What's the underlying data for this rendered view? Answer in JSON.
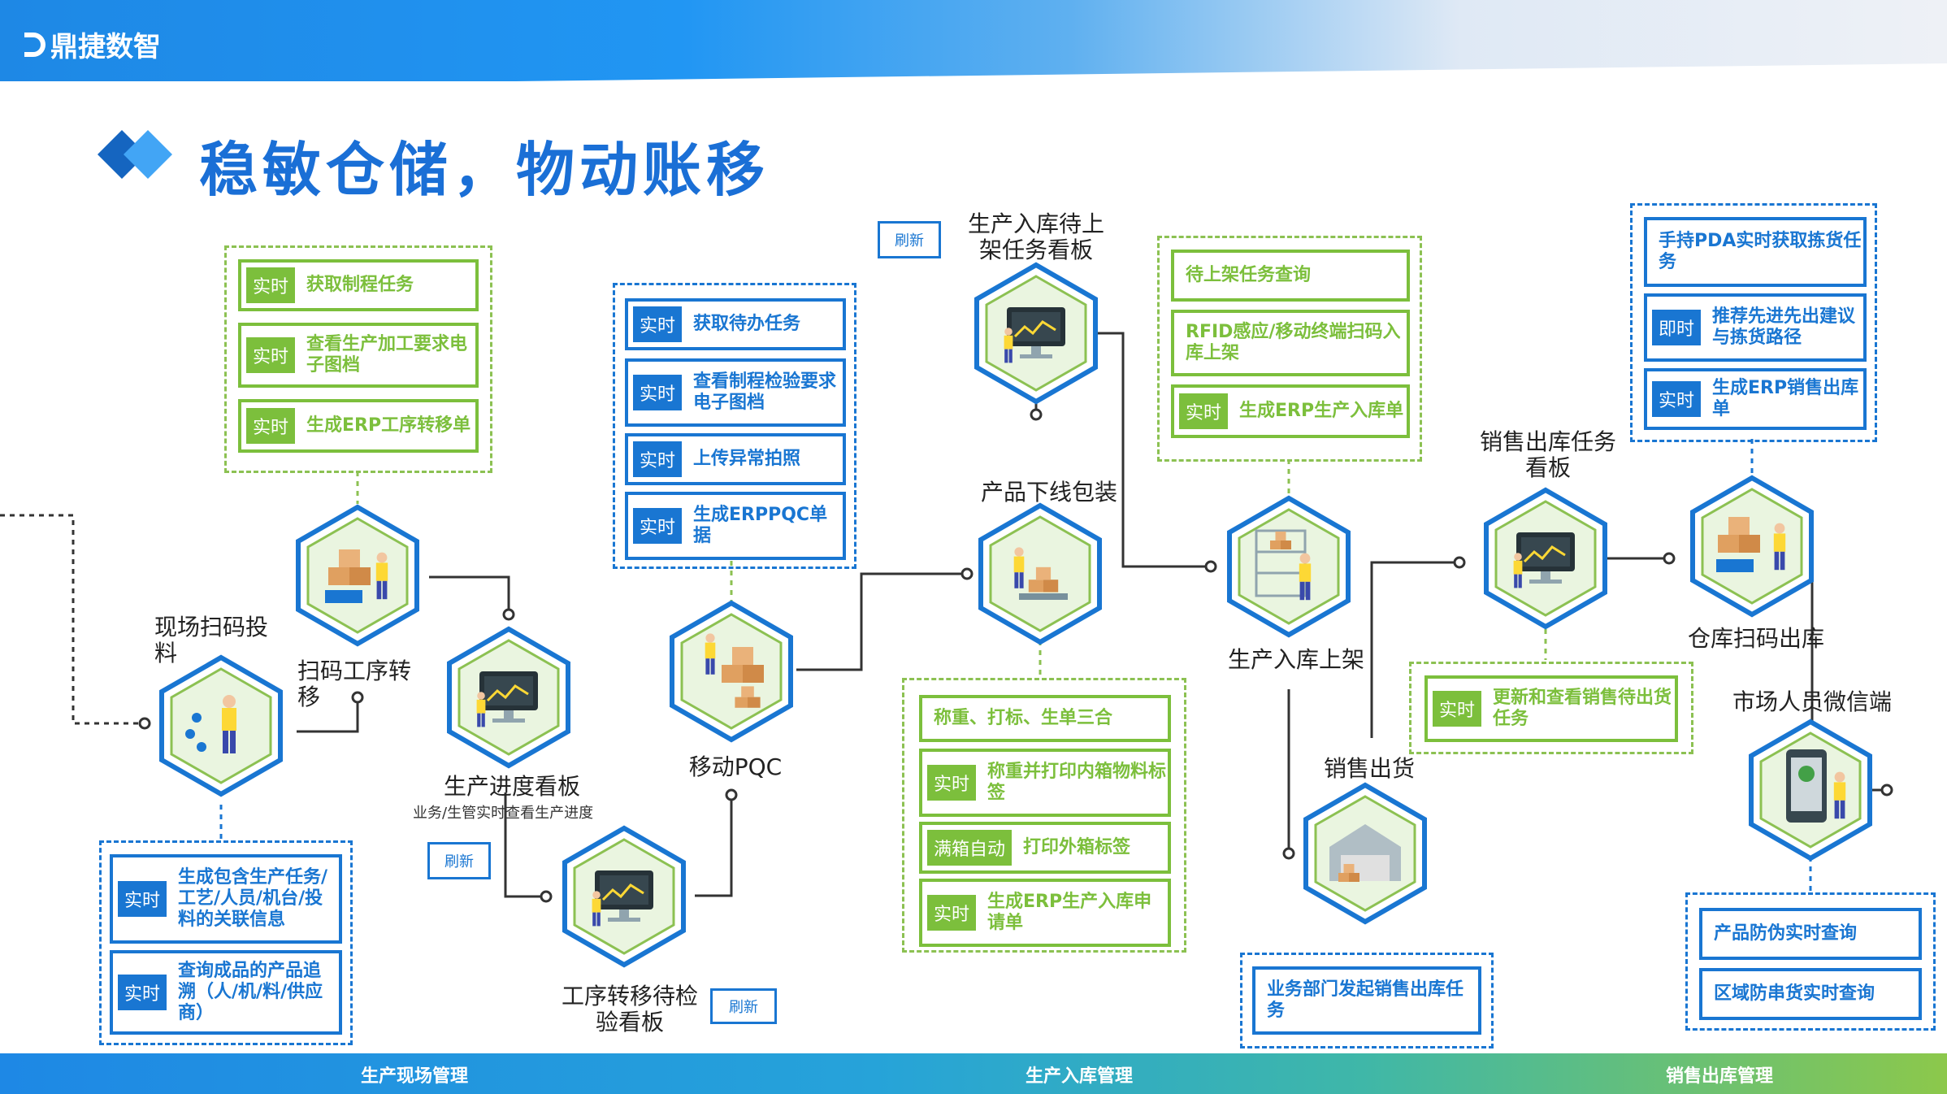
{
  "brand": {
    "logo_text": "鼎捷数智"
  },
  "page": {
    "title": "稳敏仓储，物动账移"
  },
  "nodes": {
    "scan_feed": "现场扫码投料",
    "process_transfer": "扫码工序转移",
    "progress_board": "生产进度看板",
    "progress_board_sub": "业务/生管实时查看生产进度",
    "transfer_inspect_board": "工序转移待检验看板",
    "mobile_pqc": "移动PQC",
    "product_pack": "产品下线包装",
    "putaway_board": "生产入库待上架任务看板",
    "putaway": "生产入库上架",
    "sales_ship": "销售出货",
    "outbound_board": "销售出库任务看板",
    "warehouse_outbound": "仓库扫码出库",
    "wechat": "市场人员微信端"
  },
  "refresh_label": "刷新",
  "boxes": {
    "process_task": [
      {
        "tag": "实时",
        "text": "获取制程任务"
      },
      {
        "tag": "实时",
        "text": "查看生产加工要求电子图档"
      },
      {
        "tag": "实时",
        "text": "生成ERP工序转移单"
      }
    ],
    "pqc": [
      {
        "tag": "实时",
        "text": "获取待办任务"
      },
      {
        "tag": "实时",
        "text": "查看制程检验要求电子图档"
      },
      {
        "tag": "实时",
        "text": "上传异常拍照"
      },
      {
        "tag": "实时",
        "text": "生成ERPPQC单据"
      }
    ],
    "feed": [
      {
        "tag": "实时",
        "text": "生成包含生产任务/工艺/人员/机台/投料的关联信息"
      },
      {
        "tag": "实时",
        "text": "查询成品的产品追溯（人/机/料/供应商）"
      }
    ],
    "pack": [
      {
        "tag": "",
        "text": "称重、打标、生单三合"
      },
      {
        "tag": "实时",
        "text": "称重并打印内箱物料标签"
      },
      {
        "tag": "满箱自动",
        "text": "打印外箱标签"
      },
      {
        "tag": "实时",
        "text": "生成ERP生产入库申请单"
      }
    ],
    "putaway": [
      {
        "tag": "",
        "text": "待上架任务查询"
      },
      {
        "tag": "",
        "text": "RFID感应/移动终端扫码入库上架"
      },
      {
        "tag": "实时",
        "text": "生成ERP生产入库单"
      }
    ],
    "sales_pending": [
      {
        "tag": "实时",
        "text": "更新和查看销售待出货任务"
      }
    ],
    "sales_dept": [
      {
        "tag": "",
        "text": "业务部门发起销售出库任务"
      }
    ],
    "pda": [
      {
        "tag": "",
        "text": "手持PDA实时获取拣货任务"
      },
      {
        "tag": "即时",
        "text": "推荐先进先出建议与拣货路径"
      },
      {
        "tag": "实时",
        "text": "生成ERP销售出库单"
      }
    ],
    "anti_fake": [
      {
        "tag": "",
        "text": "产品防伪实时查询"
      },
      {
        "tag": "",
        "text": "区域防串货实时查询"
      }
    ]
  },
  "footer": {
    "section1": "生产现场管理",
    "section2": "生产入库管理",
    "section3": "销售出库管理"
  }
}
